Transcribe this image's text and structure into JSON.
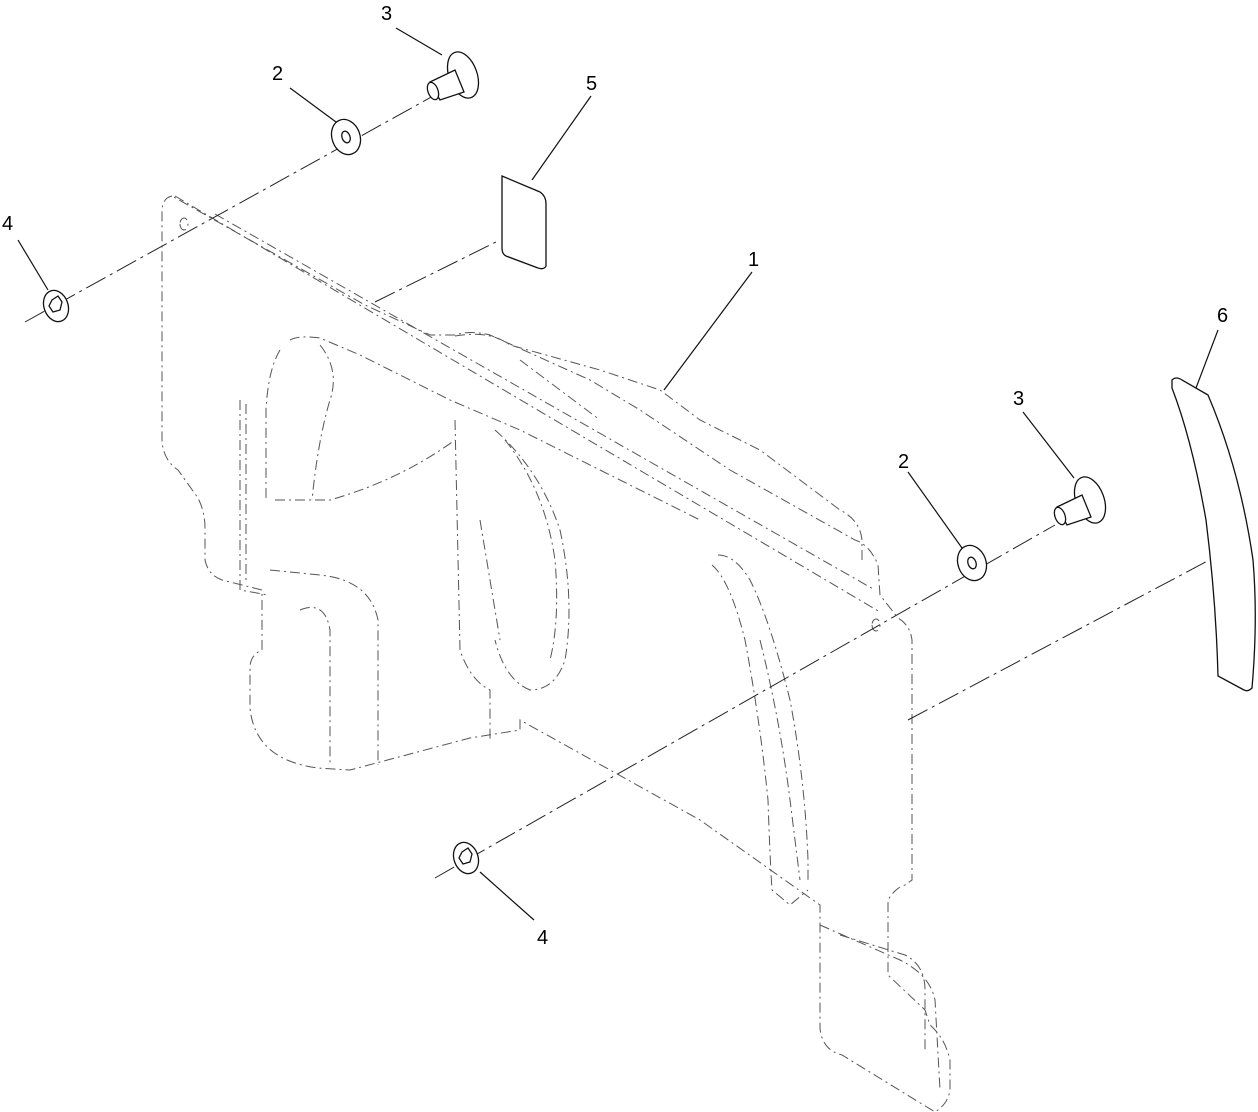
{
  "callouts": {
    "c1": "1",
    "c2a": "2",
    "c2b": "2",
    "c3a": "3",
    "c3b": "3",
    "c4a": "4",
    "c4b": "4",
    "c5": "5",
    "c6": "6"
  }
}
